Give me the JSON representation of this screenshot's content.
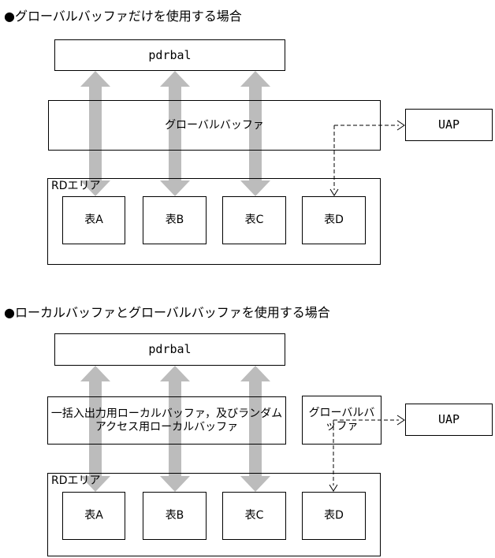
{
  "colors": {
    "background": "#ffffff",
    "line": "#000000",
    "arrow_fill": "#bcbcbc"
  },
  "sections": [
    {
      "title": "●グローバルバッファだけを使用する場合",
      "pdrbal": "pdrbal",
      "global_buffer": "グローバルバッファ",
      "uap": "UAP",
      "rd_area_label": "RDエリア",
      "tables": [
        "表A",
        "表B",
        "表C",
        "表D"
      ]
    },
    {
      "title": "●ローカルバッファとグローバルバッファを使用する場合",
      "pdrbal": "pdrbal",
      "local_buffer": "一括入出力用ローカルバッファ，及びランダムアクセス用ローカルバッファ",
      "global_buffer": "グローバルバッファ",
      "uap": "UAP",
      "rd_area_label": "RDエリア",
      "tables": [
        "表A",
        "表B",
        "表C",
        "表D"
      ]
    }
  ]
}
